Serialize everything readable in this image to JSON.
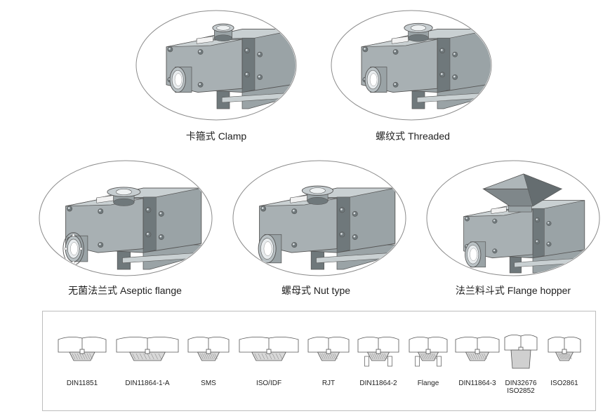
{
  "pumps": [
    {
      "caption": "卡箍式 Clamp",
      "icon": "clamp-connection-pump"
    },
    {
      "caption": "螺纹式  Threaded",
      "icon": "threaded-connection-pump"
    },
    {
      "caption": "无菌法兰式 Aseptic flange",
      "icon": "aseptic-flange-pump"
    },
    {
      "caption": "螺母式 Nut type",
      "icon": "nut-type-pump"
    },
    {
      "caption": "法兰料斗式 Flange hopper",
      "icon": "flange-hopper-pump"
    }
  ],
  "standards": [
    {
      "label": "DIN11851"
    },
    {
      "label": "DIN11864-1-A"
    },
    {
      "label": "SMS"
    },
    {
      "label": "ISO/IDF"
    },
    {
      "label": "RJT"
    },
    {
      "label": "DIN11864-2"
    },
    {
      "label": "Flange"
    },
    {
      "label": "DIN11864-3"
    },
    {
      "label": "DIN32676",
      "label2": "ISO2852"
    },
    {
      "label": "ISO2861"
    }
  ],
  "colors": {
    "body": "#9aa3a6",
    "body_dark": "#6f787b",
    "body_light": "#c9d0d2",
    "outline": "#555555",
    "hatch": "#7a7a7a"
  }
}
